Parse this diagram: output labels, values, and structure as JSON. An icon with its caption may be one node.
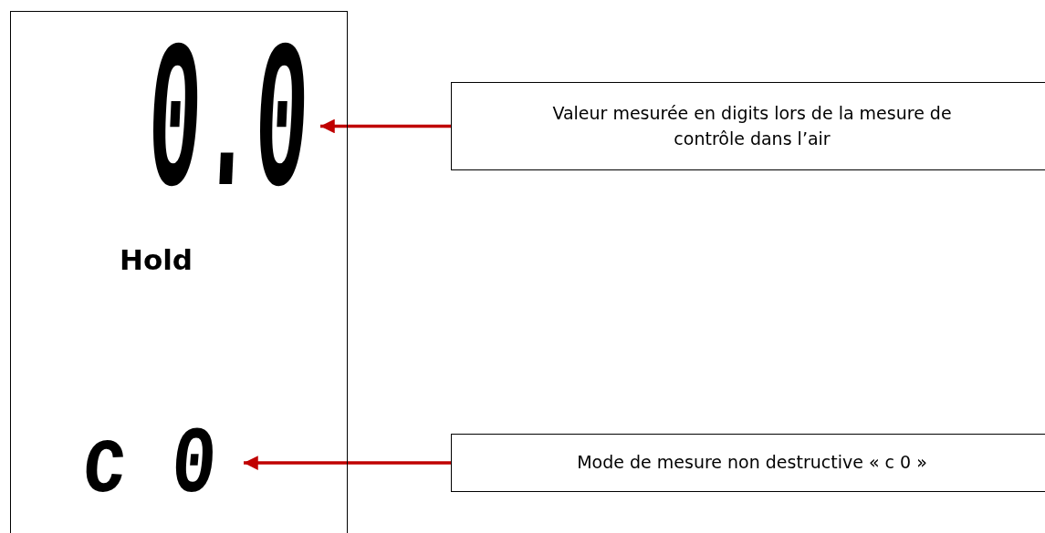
{
  "diagram": {
    "nodes": [
      {
        "text": [],
        "shape": "box"
      },
      {
        "text": [
          "0.0"
        ],
        "in": 0
      },
      {
        "text": [
          "c 0"
        ],
        "in": 0
      },
      {
        "text": [
          "Valeur mesurée en digits lors de la mesure de contrôle dans l’air"
        ]
      },
      {
        "text": [
          "Mode de mesure non destructive « c 0 »"
        ]
      }
    ],
    "edges": [
      {
        "from": 3,
        "to": 1,
        "arrow": "to"
      },
      {
        "from": 4,
        "to": 2,
        "arrow": "to"
      }
    ],
    "labels": [
      "Hold"
    ]
  }
}
